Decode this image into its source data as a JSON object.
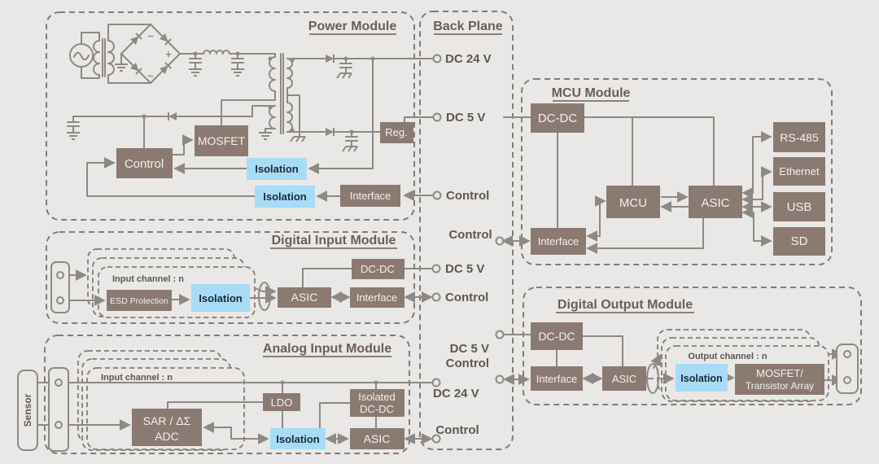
{
  "colors": {
    "background": "#e9e8e6",
    "box_brown": "#8b7a71",
    "box_blue": "#a7dcf7",
    "line_gray": "#8d8983",
    "dashed_border": "#817c76",
    "title_text": "#6b5e55",
    "label_text": "#5d5751",
    "box_text": "#f3f0ed"
  },
  "power_module": {
    "title": "Power Module",
    "control": "Control",
    "mosfet": "MOSFET",
    "isolation_fb1": "Isolation",
    "isolation_fb2": "Isolation",
    "interface": "Interface",
    "reg": "Reg.",
    "ac_source_symbol": "~",
    "bridge_ac_top": "~",
    "bridge_ac_bottom": "~",
    "bridge_plus": "+"
  },
  "back_plane": {
    "title": "Back Plane",
    "dc24_power": "DC 24 V",
    "dc5_power": "DC 5 V",
    "control_power": "Control",
    "control_mcu": "Control",
    "dc5_di": "DC 5 V",
    "control_di": "Control",
    "dc5_do": "DC 5 V",
    "control_do": "Control",
    "dc24_ai": "DC 24 V",
    "control_ai": "Control"
  },
  "mcu_module": {
    "title": "MCU Module",
    "dcdc": "DC-DC",
    "mcu": "MCU",
    "asic": "ASIC",
    "interface": "Interface",
    "rs485": "RS-485",
    "ethernet": "Ethernet",
    "usb": "USB",
    "sd": "SD"
  },
  "digital_input_module": {
    "title": "Digital Input Module",
    "channel_label": "Input channel : n",
    "esd": "ESD Protection",
    "isolation": "Isolation",
    "asic": "ASIC",
    "dcdc": "DC-DC",
    "interface": "Interface"
  },
  "analog_input_module": {
    "title": "Analog Input Module",
    "channel_label": "Input channel : n",
    "sensor": "Sensor",
    "adc_line1": "SAR / ΔΣ",
    "adc_line2": "ADC",
    "ldo": "LDO",
    "isolation": "Isolation",
    "isolated_dcdc_line1": "Isolated",
    "isolated_dcdc_line2": "DC-DC",
    "asic": "ASIC"
  },
  "digital_output_module": {
    "title": "Digital Output Module",
    "channel_label": "Output channel : n",
    "dcdc": "DC-DC",
    "interface": "Interface",
    "asic": "ASIC",
    "isolation": "Isolation",
    "mosfet_line1": "MOSFET/",
    "mosfet_line2": "Transistor Array"
  },
  "connections": [
    "Power Module rectifier output -> Back Plane DC 24 V",
    "Power Module Reg. -> Back Plane DC 5 V",
    "Back Plane Control -> Power Module Interface -> Isolation -> Control",
    "DC 24 V rail -> Isolation -> Control (feedback)",
    "Control -> MOSFET (gate drive)",
    "Back Plane DC 5 V -> MCU Module DC-DC",
    "Back Plane Control <-> MCU Module Interface",
    "MCU DC-DC -> MCU, ASIC, Interface",
    "MCU <-> ASIC, Interface <-> MCU, ASIC -> Interface",
    "MCU ASIC <-> RS-485, Ethernet, USB, SD",
    "Digital Input: terminals -> ESD Protection -> Isolation -> ASIC <-> Interface",
    "Digital Input DC-DC -> Back Plane DC 5 V",
    "Digital Input Interface <-> Back Plane Control",
    "Analog Input: Sensor -> terminals -> SAR/ΔΣ ADC <-> Isolation <-> ASIC",
    "Analog Input rail -> Back Plane DC 24 V, LDO -> ADC, Isolated DC-DC -> ASIC",
    "Analog Input ASIC <-> Back Plane Control",
    "Back Plane DC 5 V -> Digital Output DC-DC",
    "Back Plane Control <-> Digital Output Interface <-> ASIC -> Isolation -> MOSFET/Transistor Array -> output terminals"
  ]
}
